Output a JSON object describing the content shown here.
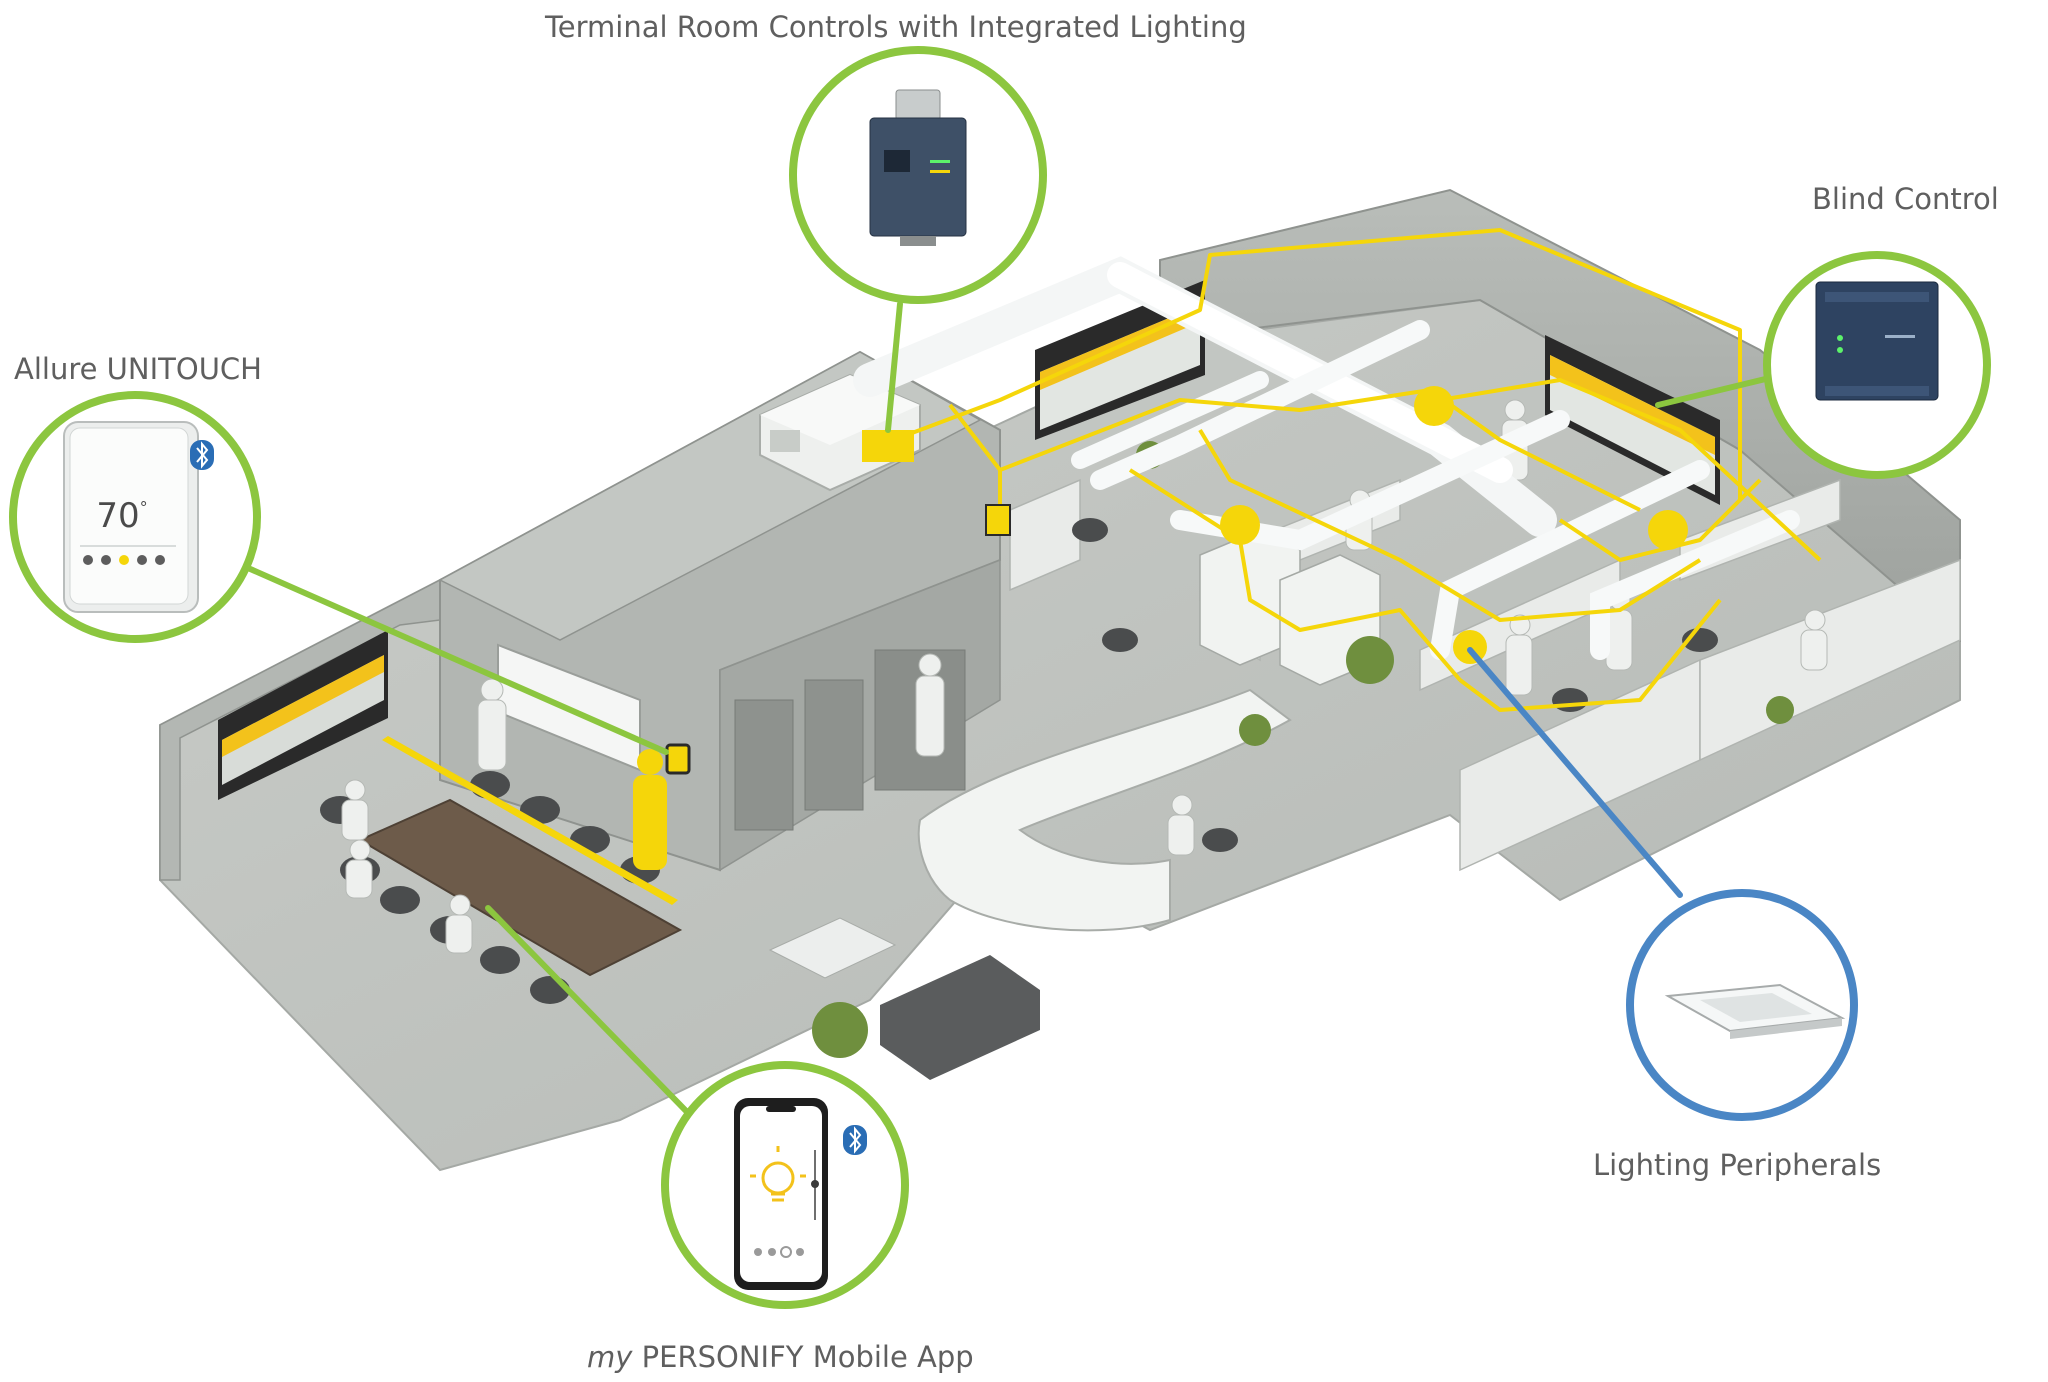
{
  "callouts": {
    "terminal": {
      "label": "Terminal Room Controls with Integrated Lighting"
    },
    "blind": {
      "label": "Blind Control"
    },
    "allure": {
      "label": "Allure UNITOUCH",
      "thermostat_reading": "70",
      "thermostat_unit": "°"
    },
    "lighting": {
      "label": "Lighting Peripherals"
    },
    "app": {
      "label_prefix": "my",
      "label_rest": " PERSONIFY Mobile App"
    }
  },
  "colors": {
    "green_ring": "#8cc63f",
    "blue_ring": "#4a86c5",
    "conduit_yellow": "#f5d60a",
    "floor_gray": "#bfc3bf",
    "wall_gray": "#a9ada9",
    "label_text": "#5f5f5f"
  },
  "icons": [
    "bluetooth-icon",
    "lightbulb-icon"
  ]
}
